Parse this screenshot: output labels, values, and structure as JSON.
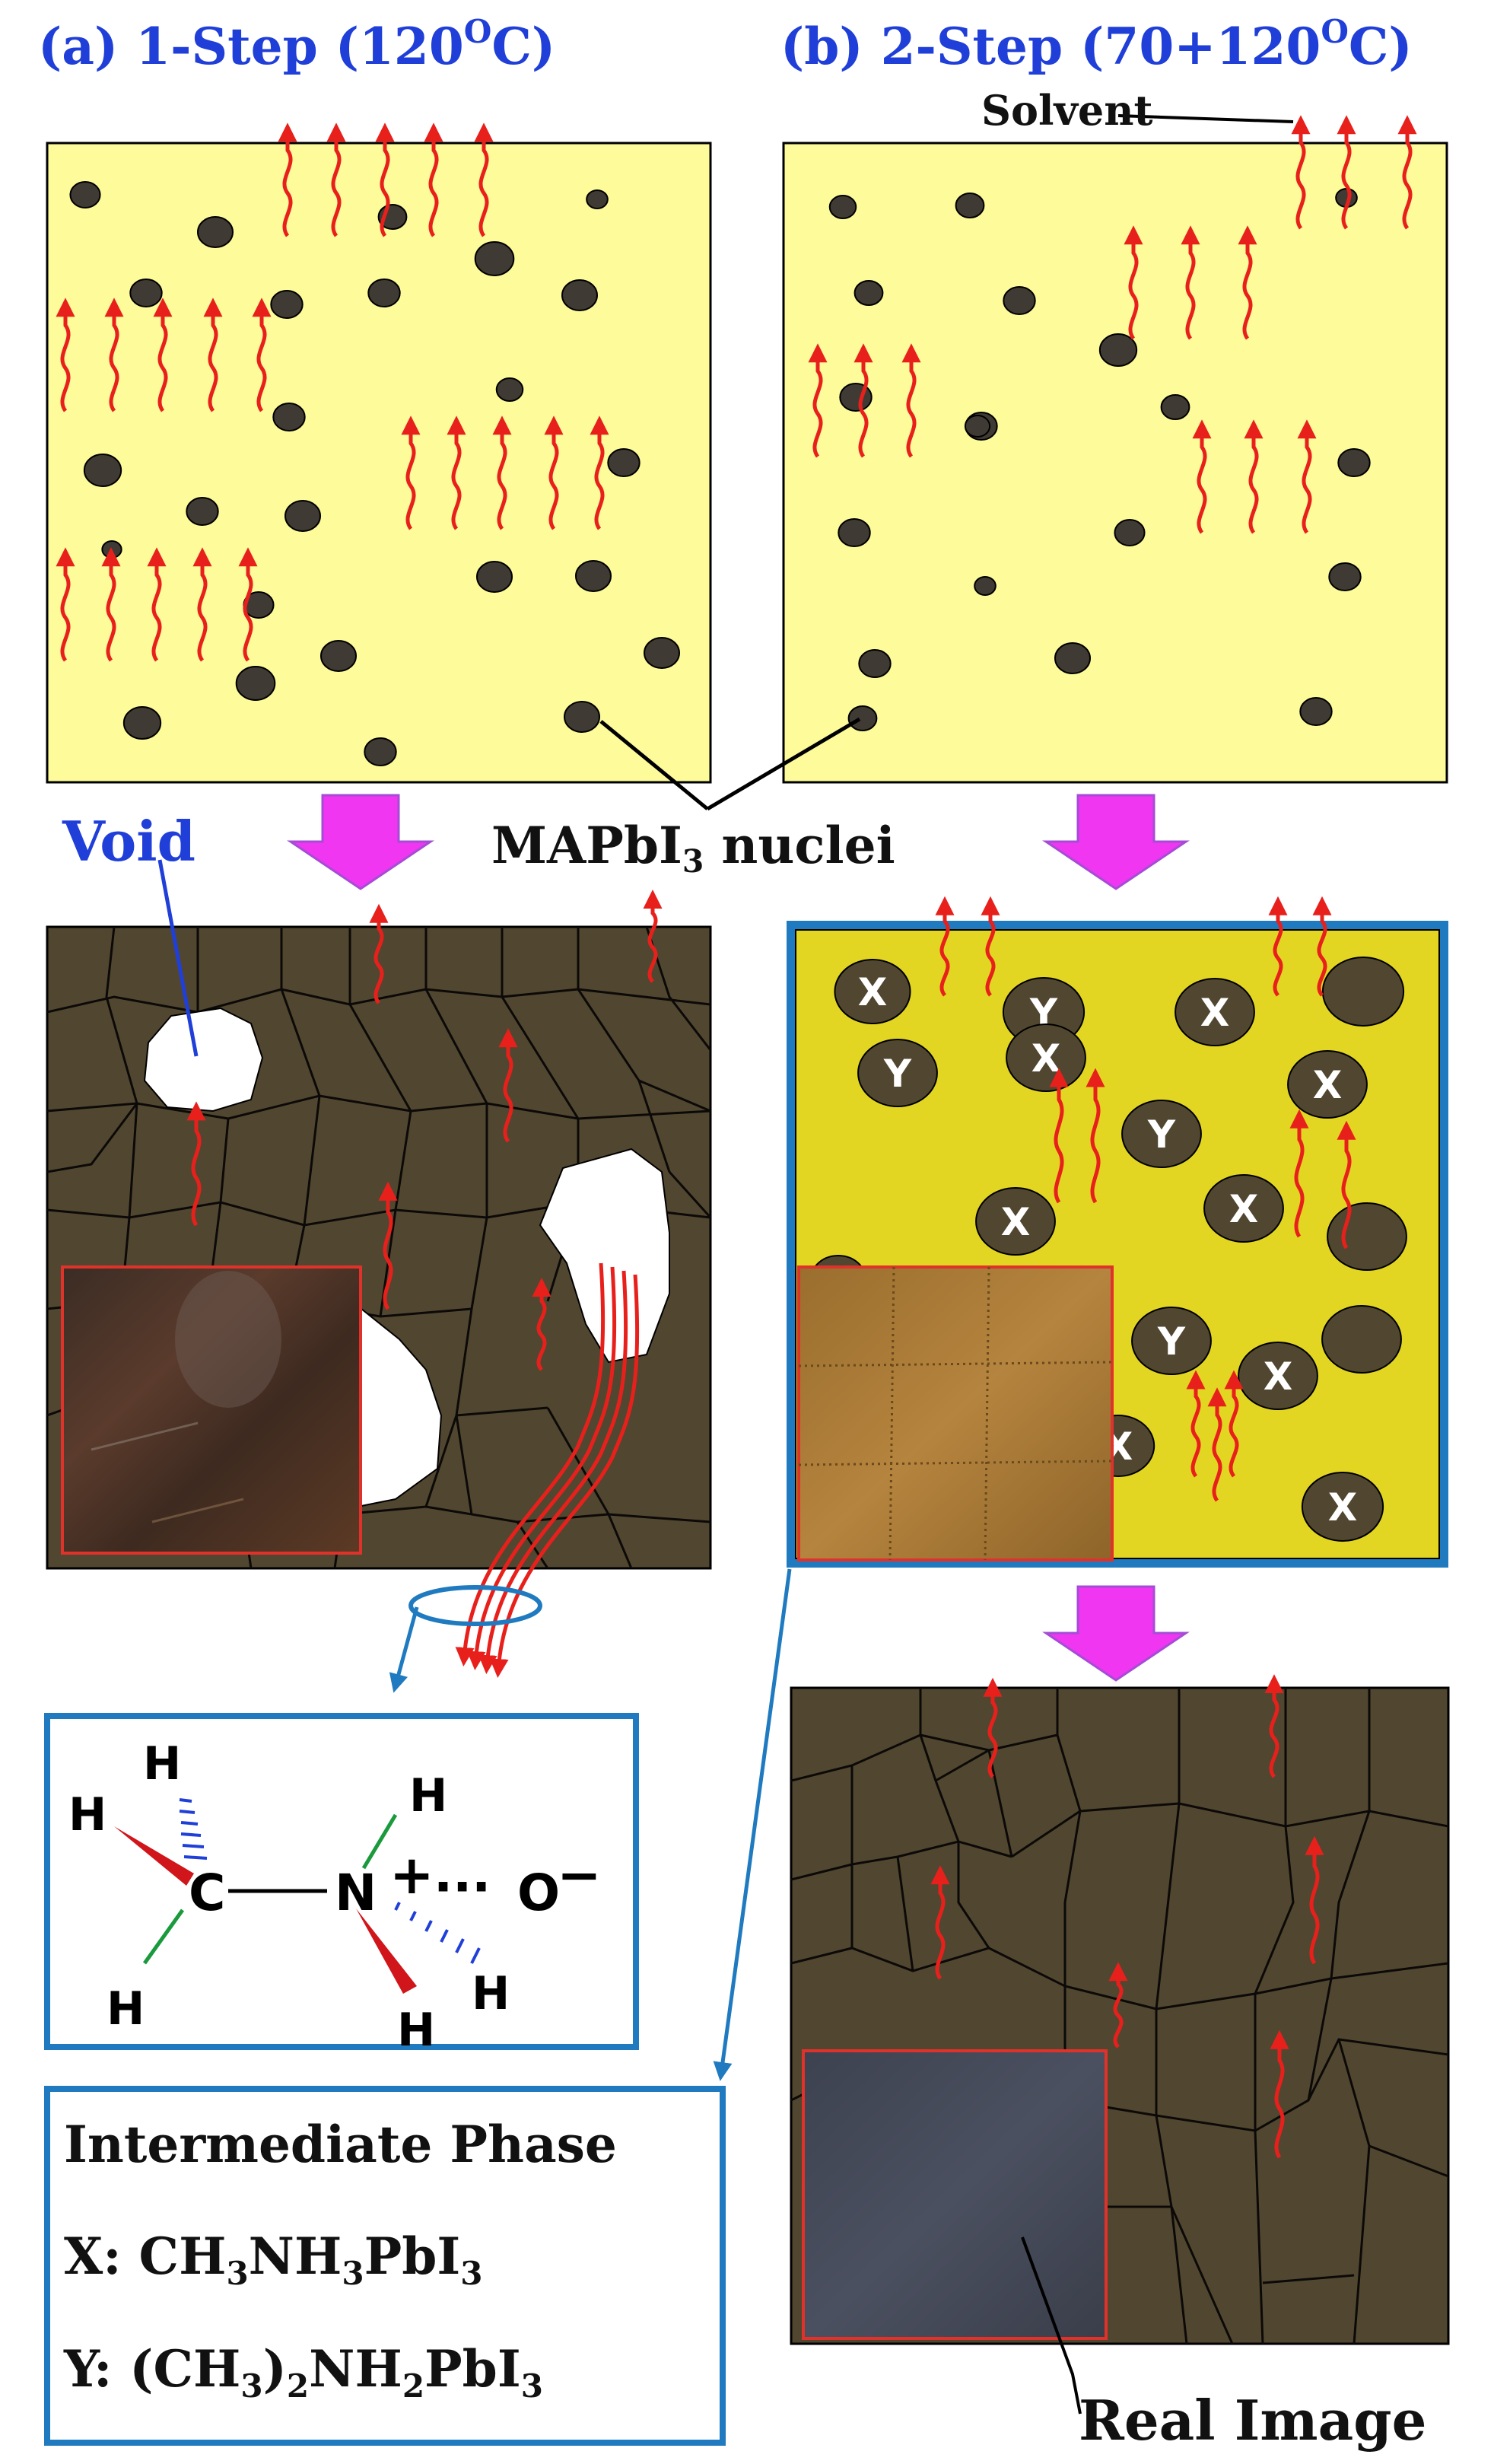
{
  "headers": {
    "a": {
      "main": "(a) 1-Step (120",
      "sup": "O",
      "tail": "C)"
    },
    "b": {
      "main": "(b) 2-Step (70+120",
      "sup": "O",
      "tail": "C)"
    }
  },
  "labels": {
    "solvent": "Solvent",
    "void": "Void",
    "nuclei_main": "MAPbI",
    "nuclei_sub": "3",
    "nuclei_tail": " nuclei",
    "real_image": "Real Image"
  },
  "grains": {
    "x": "X",
    "y": "Y"
  },
  "molecule": {
    "c": "C",
    "n": "N",
    "o": "O",
    "h": "H",
    "plus": "+",
    "minus": "−",
    "dots": "···"
  },
  "legend": {
    "title": "Intermediate Phase",
    "x_prefix": "X: CH",
    "x_s1": "3",
    "x_mid": "NH",
    "x_s2": "3",
    "x_mid2": "PbI",
    "x_s3": "3",
    "y_prefix": "Y: (CH",
    "y_s1": "3",
    "y_mid": ")",
    "y_s2": "2",
    "y_mid2": "NH",
    "y_s3": "2",
    "y_mid3": "PbI",
    "y_s4": "3"
  },
  "colors": {
    "film_wet": "#fdfb9a",
    "film_intermediate": "#e3d622",
    "film_dark": "#514630",
    "nuclei": "#3f3a33",
    "arrow_red": "#e8201c",
    "transition_arrow": "#f036f0",
    "frame_blue": "#1f7ac0",
    "header_blue": "#1f3fd8"
  }
}
